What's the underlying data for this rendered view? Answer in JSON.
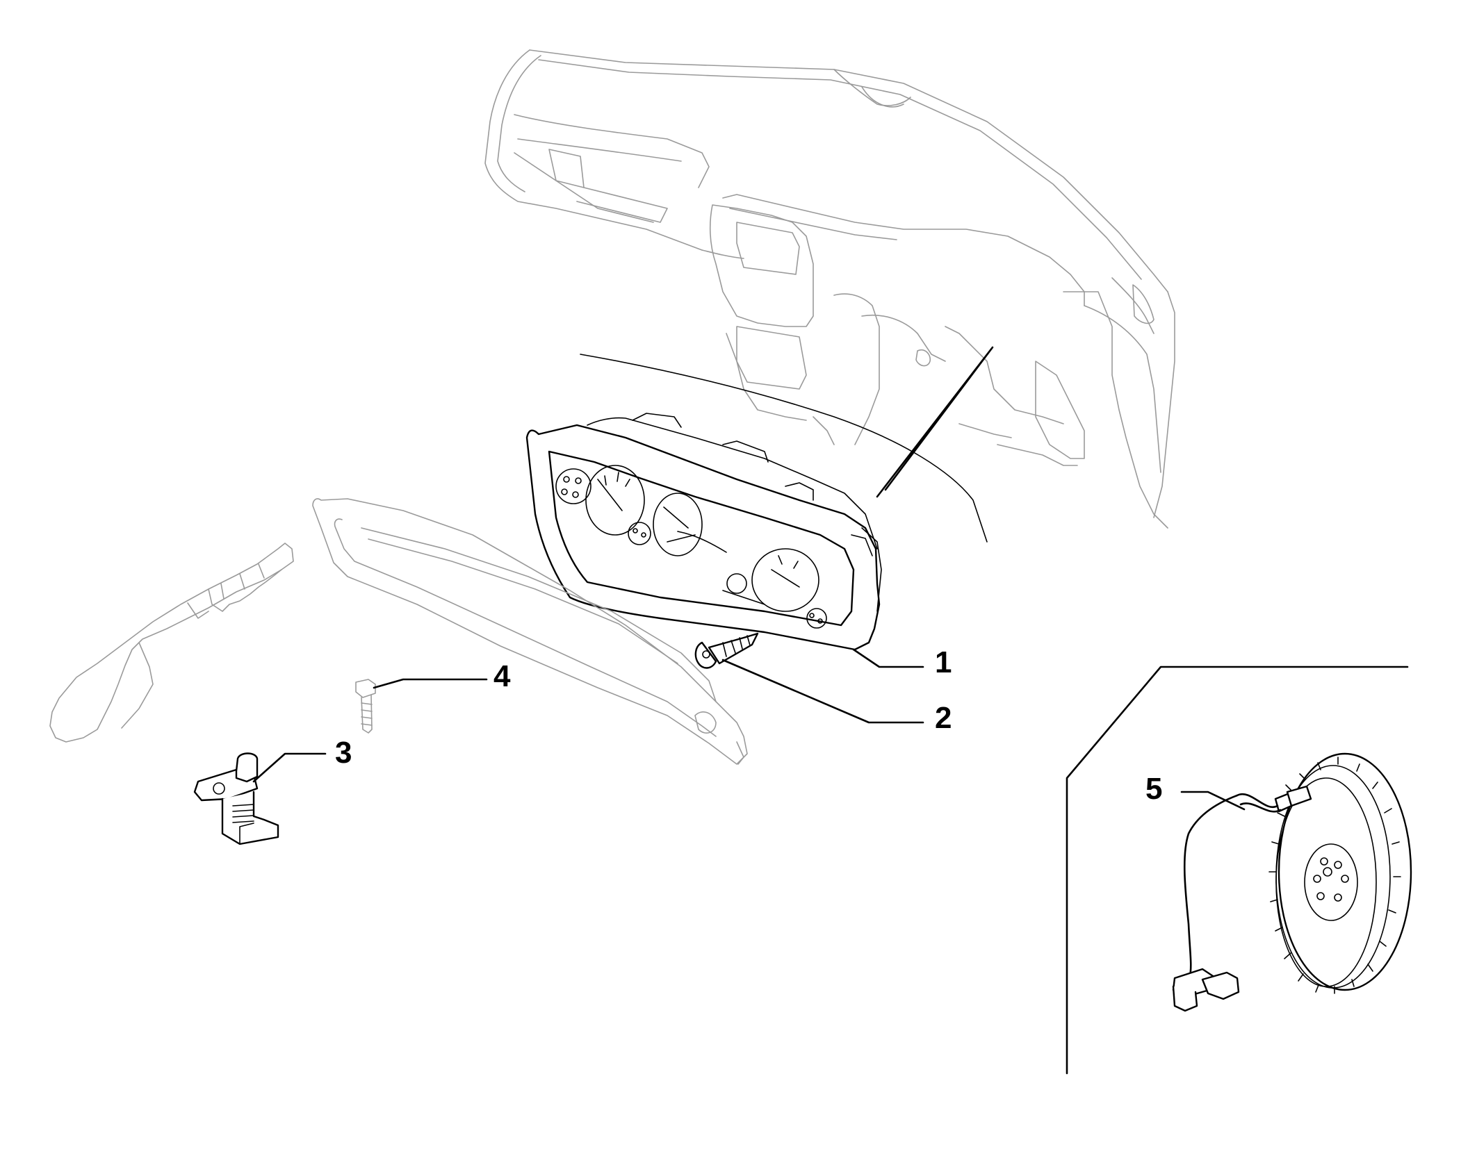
{
  "callouts": {
    "c1": "1",
    "c2": "2",
    "c3": "3",
    "c4": "4",
    "c5": "5"
  },
  "parts": {
    "dashboard": "dashboard-outline",
    "instrument_cluster": "instrument-cluster",
    "bezel": "cluster-bezel",
    "handbrake": "handbrake-lever",
    "screw": "tapping-screw",
    "bolt": "hex-bolt",
    "switch": "handbrake-switch",
    "sensor": "speed-sensor",
    "flywheel": "flywheel"
  },
  "colors": {
    "line": "#000000",
    "ghost": "#9a9a9a",
    "background": "#ffffff"
  }
}
